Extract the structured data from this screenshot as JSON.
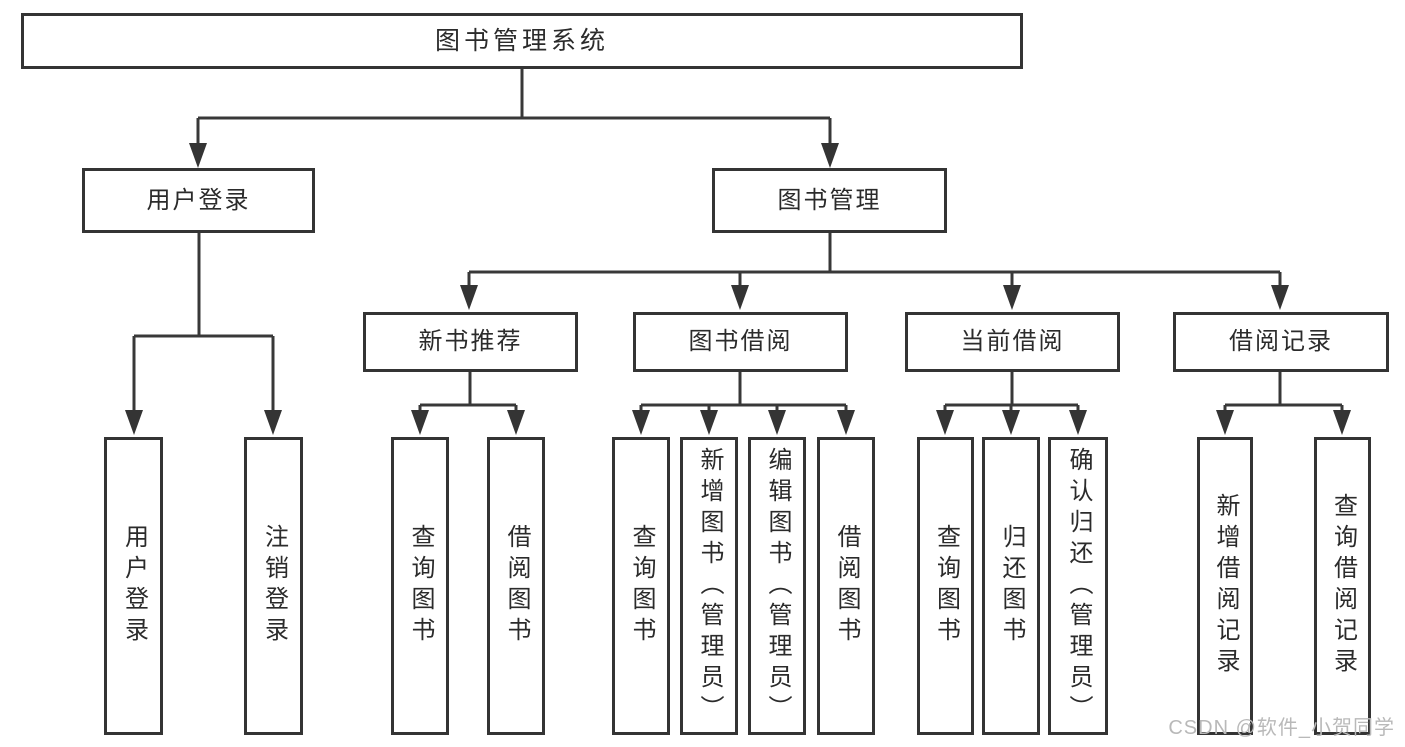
{
  "diagram": {
    "root": {
      "label": "图书管理系统",
      "children": [
        {
          "label": "用户登录",
          "children": [
            {
              "label": "用户登录"
            },
            {
              "label": "注销登录"
            }
          ]
        },
        {
          "label": "图书管理",
          "children": [
            {
              "label": "新书推荐",
              "children": [
                {
                  "label": "查询图书"
                },
                {
                  "label": "借阅图书"
                }
              ]
            },
            {
              "label": "图书借阅",
              "children": [
                {
                  "label": "查询图书"
                },
                {
                  "label": "新增图书（管理员）"
                },
                {
                  "label": "编辑图书（管理员）"
                },
                {
                  "label": "借阅图书"
                }
              ]
            },
            {
              "label": "当前借阅",
              "children": [
                {
                  "label": "查询图书"
                },
                {
                  "label": "归还图书"
                },
                {
                  "label": "确认归还（管理员）"
                }
              ]
            },
            {
              "label": "借阅记录",
              "children": [
                {
                  "label": "新增借阅记录"
                },
                {
                  "label": "查询借阅记录"
                }
              ]
            }
          ]
        }
      ]
    }
  },
  "watermark": {
    "text": "CSDN @软件_小贺同学"
  },
  "colors": {
    "line": "#383838",
    "box_border": "#343434",
    "text": "#2b2b2b",
    "watermark": "#b9b9b9",
    "background": "#ffffff"
  }
}
